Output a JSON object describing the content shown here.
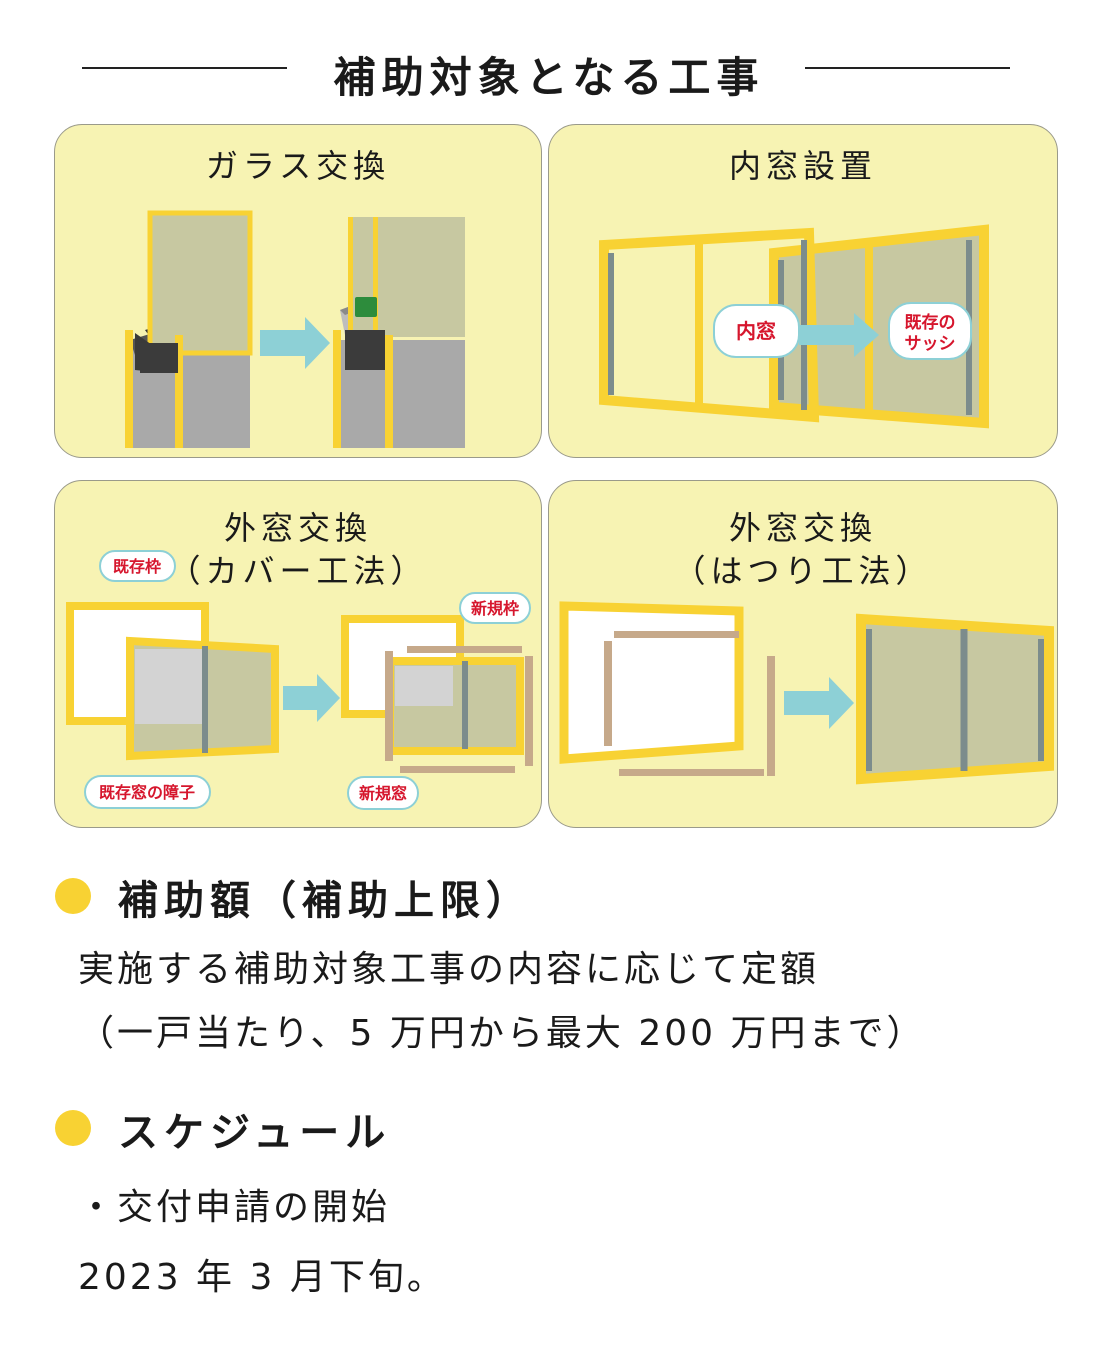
{
  "heading": "補助対象となる工事",
  "panels": {
    "glass": {
      "title": "ガラス交換"
    },
    "inner": {
      "title": "内窓設置",
      "tag_inner": "内窓",
      "tag_existing_1": "既存の",
      "tag_existing_2": "サッシ"
    },
    "cover": {
      "title_1": "外窓交換",
      "title_2": "（カバー工法）",
      "tag_frame": "既存枠",
      "tag_new_frame": "新規枠",
      "tag_sash": "既存窓の障子",
      "tag_new_window": "新規窓"
    },
    "hatsuri": {
      "title_1": "外窓交換",
      "title_2": "（はつり工法）"
    }
  },
  "subsidy": {
    "title": "補助額（補助上限）",
    "line1": "実施する補助対象工事の内容に応じて定額",
    "line2": "（一戸当たり、5 万円から最大 200 万円まで）"
  },
  "schedule": {
    "title": "スケジュール",
    "line1": "・交付申請の開始",
    "line2": "2023 年 3 月下旬。"
  },
  "colors": {
    "panel_bg": "#f7f3b3",
    "frame_yellow": "#f8d233",
    "arrow": "#8dd0d6",
    "bullet": "#f8d233",
    "tag_red": "#d6162d"
  }
}
